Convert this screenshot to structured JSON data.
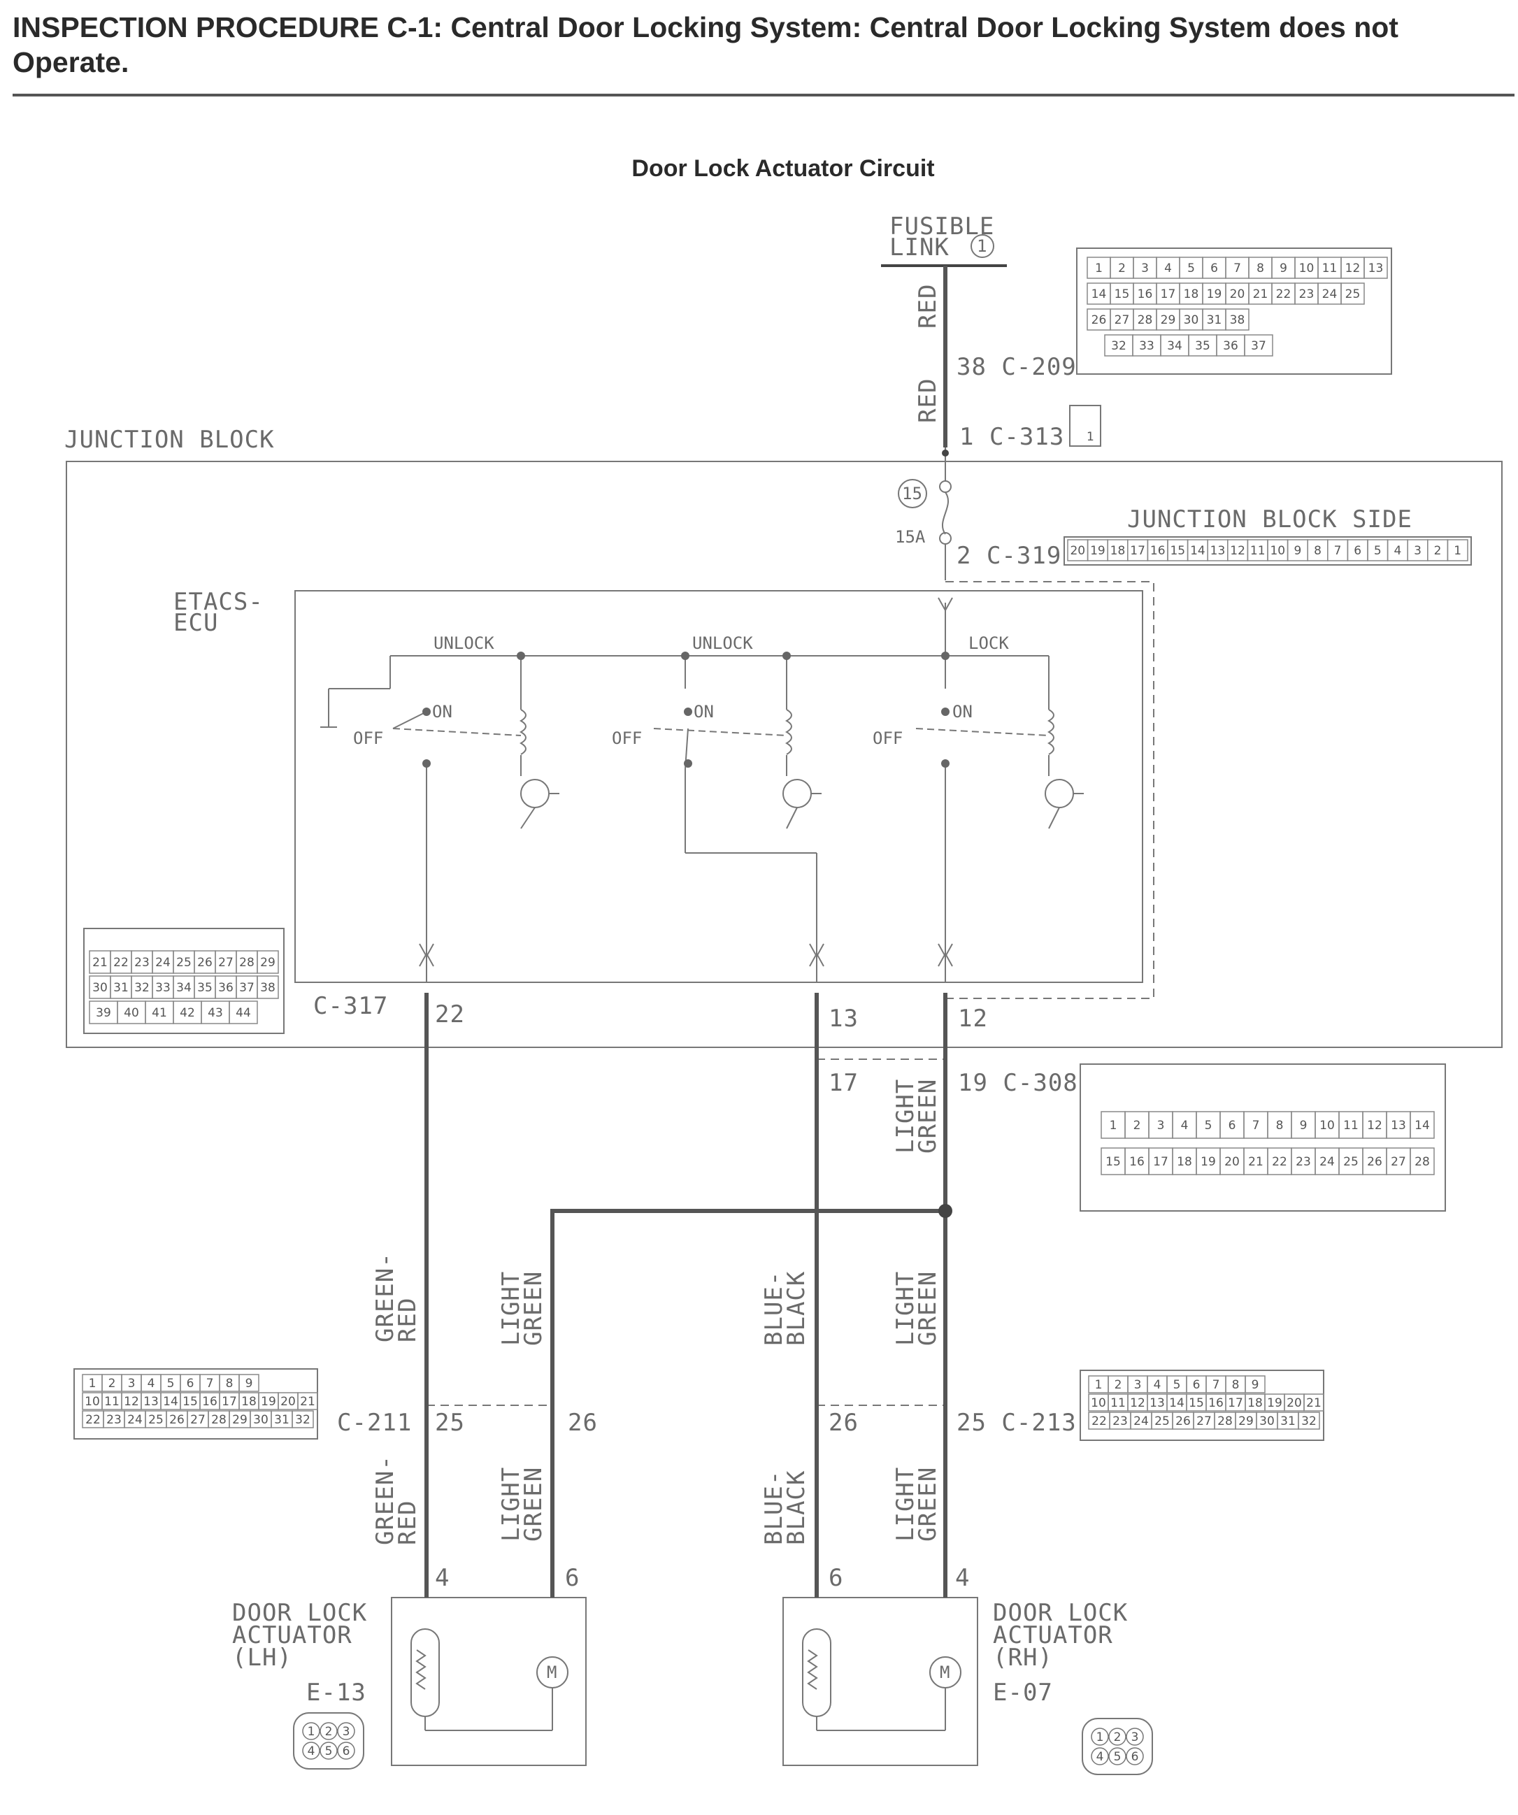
{
  "header": {
    "title": "INSPECTION PROCEDURE C-1: Central Door Locking System: Central Door Locking System does not Operate.",
    "subtitle": "Door Lock Actuator Circuit"
  },
  "labels": {
    "fusible_link": "FUSIBLE",
    "fusible_link2": "LINK",
    "fusible_link_num": "1",
    "junction_block": "JUNCTION BLOCK",
    "junction_block_side": "JUNCTION BLOCK SIDE",
    "etacs1": "ETACS-",
    "etacs2": "ECU",
    "fuse_num": "15",
    "fuse_amp": "15A",
    "unlock1": "UNLOCK",
    "unlock2": "UNLOCK",
    "lock": "LOCK",
    "on": "ON",
    "off": "OFF",
    "actuator_lh1": "DOOR LOCK",
    "actuator_lh2": "ACTUATOR",
    "actuator_lh3": "(LH)",
    "actuator_rh1": "DOOR LOCK",
    "actuator_rh2": "ACTUATOR",
    "actuator_rh3": "(RH)",
    "e13": "E-13",
    "e07": "E-07",
    "motor": "M"
  },
  "connectors": {
    "c209": "38 C-209",
    "c313": "1 C-313",
    "c319": "2 C-319",
    "c317": "C-317",
    "c308": "19 C-308",
    "c211": "C-211",
    "c213": "25 C-213",
    "p22": "22",
    "p13": "13",
    "p12": "12",
    "p17": "17",
    "p25a": "25",
    "p26a": "26",
    "p26b": "26",
    "p4a": "4",
    "p6a": "6",
    "p6b": "6",
    "p4b": "4",
    "c313_pin": "1"
  },
  "wires": {
    "red": "RED",
    "green": "GREEN-",
    "red2": "RED",
    "light": "LIGHT",
    "green_w": "GREEN",
    "blue": "BLUE-",
    "black": "BLACK"
  },
  "pinouts": {
    "c209": {
      "row1": [
        "1",
        "2",
        "3",
        "4",
        "5",
        "6",
        "7",
        "8",
        "9",
        "10",
        "11",
        "12",
        "13"
      ],
      "row2": [
        "14",
        "15",
        "16",
        "17",
        "18",
        "19",
        "20",
        "21",
        "22",
        "23",
        "24",
        "25"
      ],
      "row3": [
        "26",
        "27",
        "28",
        "29",
        "30",
        "31",
        "38"
      ],
      "row4": [
        "32",
        "33",
        "34",
        "35",
        "36",
        "37"
      ]
    },
    "c319": [
      "20",
      "19",
      "18",
      "17",
      "16",
      "15",
      "14",
      "13",
      "12",
      "11",
      "10",
      "9",
      "8",
      "7",
      "6",
      "5",
      "4",
      "3",
      "2",
      "1"
    ],
    "c317": {
      "row1": [
        "21",
        "22",
        "23",
        "24",
        "25",
        "26",
        "27",
        "28",
        "29"
      ],
      "row2": [
        "30",
        "31",
        "32",
        "33",
        "34",
        "35",
        "36",
        "37",
        "38"
      ],
      "row3": [
        "39",
        "40",
        "41",
        "42",
        "43",
        "44"
      ]
    },
    "c308": {
      "row1": [
        "1",
        "2",
        "3",
        "4",
        "5",
        "6",
        "7",
        "8",
        "9",
        "10",
        "11",
        "12",
        "13",
        "14"
      ],
      "row2": [
        "15",
        "16",
        "17",
        "18",
        "19",
        "20",
        "21",
        "22",
        "23",
        "24",
        "25",
        "26",
        "27",
        "28"
      ]
    },
    "c211": {
      "row1": [
        "1",
        "2",
        "3",
        "4",
        "5",
        "6",
        "7",
        "8",
        "9"
      ],
      "row2": [
        "10",
        "11",
        "12",
        "13",
        "14",
        "15",
        "16",
        "17",
        "18",
        "19",
        "20",
        "21"
      ],
      "row3": [
        "22",
        "23",
        "24",
        "25",
        "26",
        "27",
        "28",
        "29",
        "30",
        "31",
        "32"
      ]
    },
    "c213": {
      "row1": [
        "1",
        "2",
        "3",
        "4",
        "5",
        "6",
        "7",
        "8",
        "9"
      ],
      "row2": [
        "10",
        "11",
        "12",
        "13",
        "14",
        "15",
        "16",
        "17",
        "18",
        "19",
        "20",
        "21"
      ],
      "row3": [
        "22",
        "23",
        "24",
        "25",
        "26",
        "27",
        "28",
        "29",
        "30",
        "31",
        "32"
      ]
    },
    "actuator": [
      "1",
      "2",
      "3",
      "4",
      "5",
      "6"
    ]
  },
  "colors": {
    "wire": "#555555",
    "line": "#777777",
    "text": "#6a6a6a",
    "title": "#2a2a2a"
  }
}
